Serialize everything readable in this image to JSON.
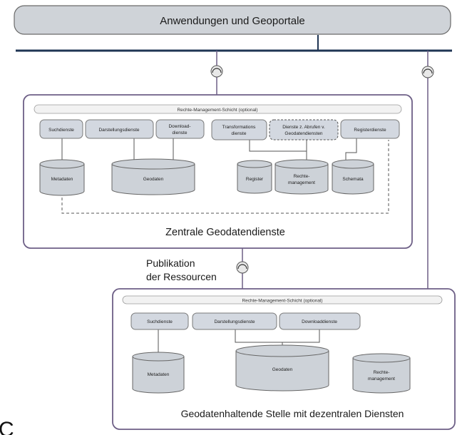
{
  "top_bar": {
    "label": "Anwendungen und Geoportale"
  },
  "central": {
    "caption": "Zentrale Geodatendienste",
    "rights_layer": "Rechte-Management-Schicht (optional)",
    "services": [
      {
        "id": "such",
        "lines": [
          "Suchdienste"
        ]
      },
      {
        "id": "darst",
        "lines": [
          "Darstellungsdienste"
        ]
      },
      {
        "id": "down",
        "lines": [
          "Download-",
          "dienste"
        ]
      },
      {
        "id": "trans",
        "lines": [
          "Transformations",
          "dienste"
        ]
      },
      {
        "id": "abruf",
        "lines": [
          "Dienste z. Abrufen v.",
          "Geodatendiensten"
        ]
      },
      {
        "id": "regdienst",
        "lines": [
          "Registerdienste"
        ]
      }
    ],
    "stores": [
      {
        "id": "meta",
        "lines": [
          "Metadaten"
        ]
      },
      {
        "id": "geo",
        "lines": [
          "Geodaten"
        ]
      },
      {
        "id": "register",
        "lines": [
          "Register"
        ]
      },
      {
        "id": "rechte",
        "lines": [
          "Rechte-",
          "management"
        ]
      },
      {
        "id": "schemata",
        "lines": [
          "Schemata"
        ]
      }
    ]
  },
  "publication_label": [
    "Publikation",
    "der Ressourcen"
  ],
  "decentral": {
    "caption": "Geodatenhaltende Stelle mit dezentralen Diensten",
    "rights_layer": "Rechte-Management-Schicht (optional)",
    "services": [
      {
        "id": "such",
        "lines": [
          "Suchdienste"
        ]
      },
      {
        "id": "darst",
        "lines": [
          "Darstellungsdienste"
        ]
      },
      {
        "id": "down",
        "lines": [
          "Downloaddienste"
        ]
      }
    ],
    "stores": [
      {
        "id": "meta",
        "lines": [
          "Metadaten"
        ]
      },
      {
        "id": "geo",
        "lines": [
          "Geodaten"
        ]
      },
      {
        "id": "rechte",
        "lines": [
          "Rechte-",
          "management"
        ]
      }
    ]
  },
  "corner_mark": "C",
  "colors": {
    "bar_fill": "#cfd3d8",
    "service_fill": "#d3d8e0",
    "store_fill": "#cdd2d8",
    "frame": "#6d5f86",
    "bus": "#1f3554"
  }
}
